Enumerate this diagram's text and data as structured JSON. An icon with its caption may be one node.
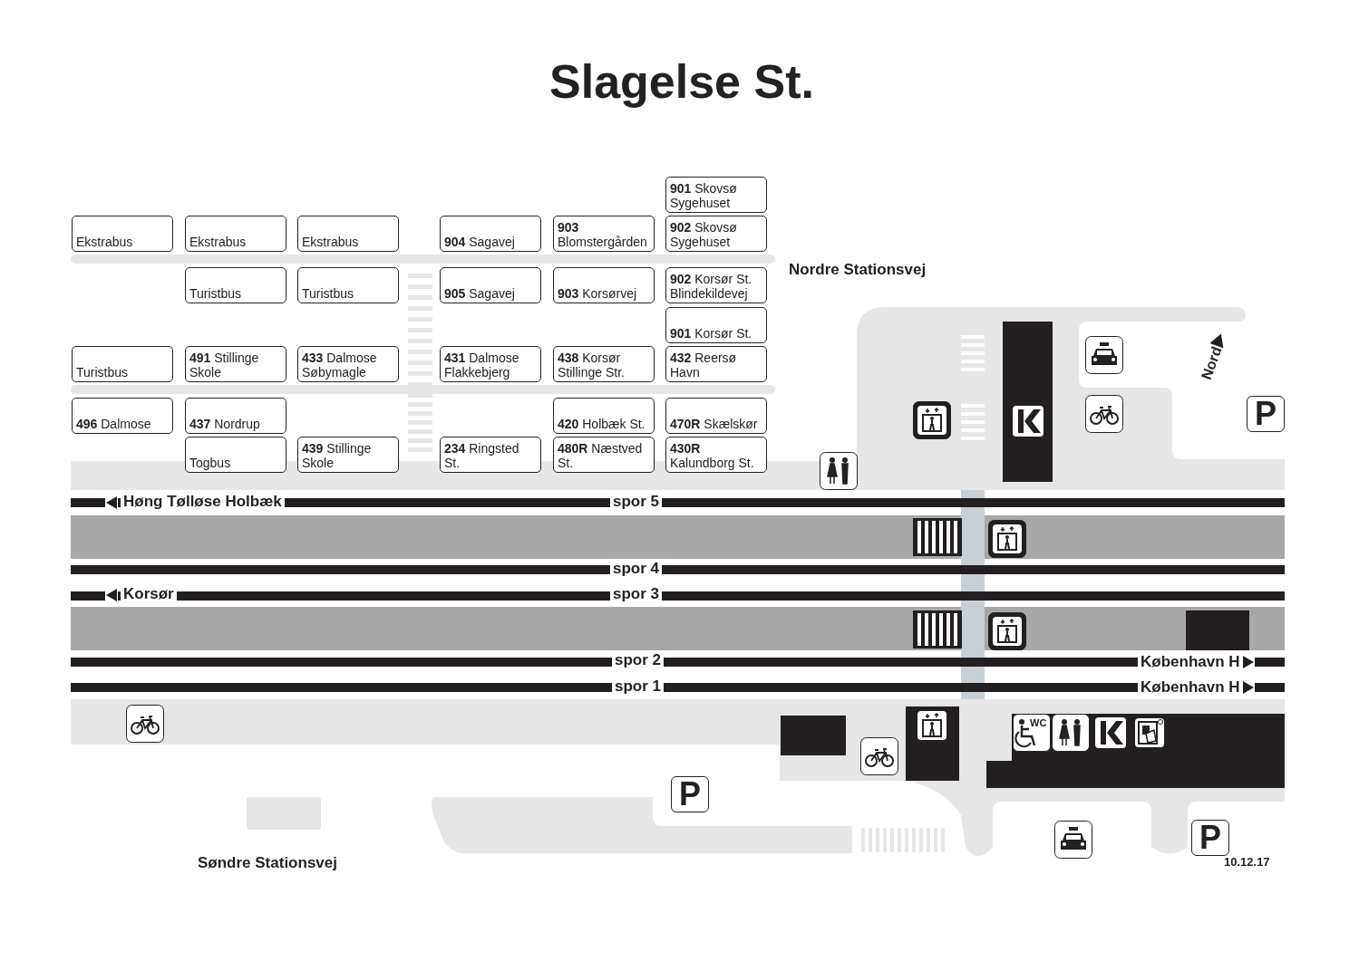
{
  "diagram": {
    "title": "Slagelse St.",
    "nodes": [
      {
        "text": [
          "**901** Skovsø Sygehuset"
        ]
      },
      {
        "text": [
          "Ekstrabus"
        ]
      },
      {
        "text": [
          "Ekstrabus"
        ]
      },
      {
        "text": [
          "Ekstrabus"
        ]
      },
      {
        "text": [
          "**904** Sagavej"
        ]
      },
      {
        "text": [
          "**903** Blomstergården"
        ]
      },
      {
        "text": [
          "**902** Skovsø Sygehuset"
        ]
      },
      {
        "text": [
          "Turistbus"
        ]
      },
      {
        "text": [
          "Turistbus"
        ]
      },
      {
        "text": [
          "**905** Sagavej"
        ]
      },
      {
        "text": [
          "**903** Korsørvej"
        ]
      },
      {
        "text": [
          "**902** Korsør St. Blindekildevej"
        ]
      },
      {
        "text": [
          "**901** Korsør St."
        ]
      },
      {
        "text": [
          "Turistbus"
        ]
      },
      {
        "text": [
          "**491** Stillinge Skole"
        ]
      },
      {
        "text": [
          "**433** Dalmose Søbymagle"
        ]
      },
      {
        "text": [
          "**431** Dalmose Flakkebjerg"
        ]
      },
      {
        "text": [
          "**438** Korsør Stillinge Str."
        ]
      },
      {
        "text": [
          "**432** Reersø Havn"
        ]
      },
      {
        "text": [
          "**496** Dalmose"
        ]
      },
      {
        "text": [
          "**437** Nordrup"
        ]
      },
      {
        "text": [
          "**420** Holbæk St."
        ]
      },
      {
        "text": [
          "**470R** Skælskør"
        ]
      },
      {
        "text": [
          "Togbus"
        ]
      },
      {
        "text": [
          "**439** Stillinge Skole"
        ]
      },
      {
        "text": [
          "**234** Ringsted St."
        ]
      },
      {
        "text": [
          "**480R** Næstved St."
        ]
      },
      {
        "text": [
          "**430R** Kalundborg St."
        ]
      }
    ],
    "edges": [],
    "labels": [
      "Nordre Stationsvej",
      "Nord",
      "P",
      "Høng Tølløse Holbæk",
      "spor 5",
      "spor 4",
      "Korsør",
      "spor 3",
      "spor 2",
      "København H",
      "spor 1",
      "København H",
      "WC",
      "P",
      "P",
      "Søndre Stationsvej",
      "10.12.17"
    ]
  }
}
